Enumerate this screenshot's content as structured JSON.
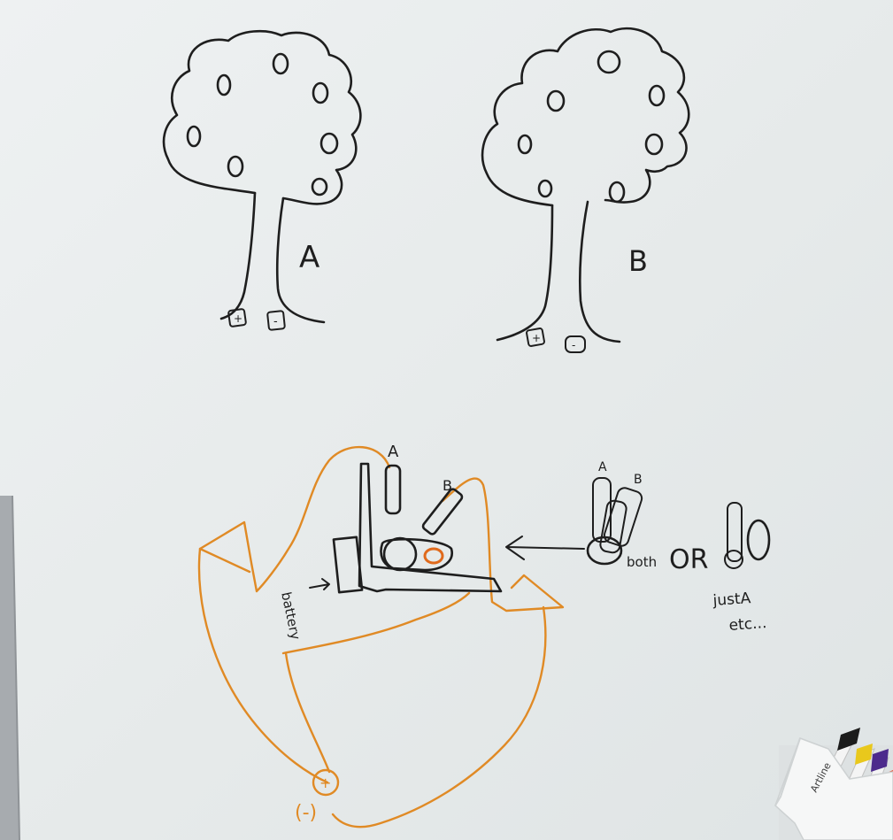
{
  "whiteboard": {
    "colors": {
      "board": "#e8ecec",
      "ink": "#1e1e1e",
      "orange": "#e08a25",
      "frame": "#a7abaf"
    },
    "tree_a": {
      "label": "A",
      "terminal_plus": "+",
      "terminal_minus": "-"
    },
    "tree_b": {
      "label": "B",
      "terminal_plus": "+",
      "terminal_minus": "-"
    },
    "circuit": {
      "electrode_a_label": "A",
      "electrode_b_label": "B",
      "side_label": "battery",
      "battery_plus": "+",
      "battery_minus": "(-)",
      "arrow_glyph": "->"
    },
    "options": {
      "electrode_a_label": "A",
      "electrode_b_label": "B",
      "both_label": "both",
      "or_label": "OR",
      "just_a_label": "justA",
      "etc_label": "etc..."
    }
  },
  "marker_holder": {
    "markers": [
      {
        "name": "black-marker",
        "color": "#1c1c1c"
      },
      {
        "name": "yellow-marker",
        "color": "#e9c81c"
      },
      {
        "name": "purple-marker",
        "color": "#4c2a8c"
      },
      {
        "name": "orange-marker",
        "color": "#e6492a"
      }
    ],
    "brand_text": "Artline"
  }
}
